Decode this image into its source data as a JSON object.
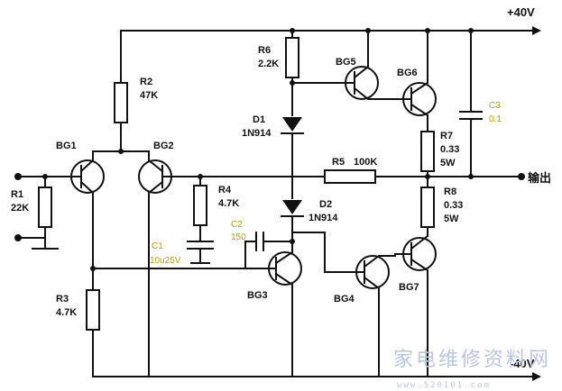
{
  "rails": {
    "pos": "+40V",
    "neg": "-40V"
  },
  "output_label": "输出",
  "components": {
    "r1": {
      "name": "R1",
      "value": "22K"
    },
    "r2": {
      "name": "R2",
      "value": "47K"
    },
    "r3": {
      "name": "R3",
      "value": "4.7K"
    },
    "r4": {
      "name": "R4",
      "value": "4.7K"
    },
    "r5": {
      "name": "R5",
      "value": "100K"
    },
    "r6": {
      "name": "R6",
      "value": "2.2K"
    },
    "r7": {
      "name": "R7",
      "value": "0.33",
      "power": "5W"
    },
    "r8": {
      "name": "R8",
      "value": "0.33",
      "power": "5W"
    },
    "c1": {
      "name": "C1",
      "value": "10u25V"
    },
    "c2": {
      "name": "C2",
      "value": "150"
    },
    "c3": {
      "name": "C3",
      "value": "0.1"
    },
    "d1": {
      "name": "D1",
      "value": "1N914"
    },
    "d2": {
      "name": "D2",
      "value": "1N914"
    },
    "bg1": "BG1",
    "bg2": "BG2",
    "bg3": "BG3",
    "bg4": "BG4",
    "bg5": "BG5",
    "bg6": "BG6",
    "bg7": "BG7"
  },
  "watermark": {
    "text": "家电维修资料网",
    "url": "www.520101.com"
  }
}
